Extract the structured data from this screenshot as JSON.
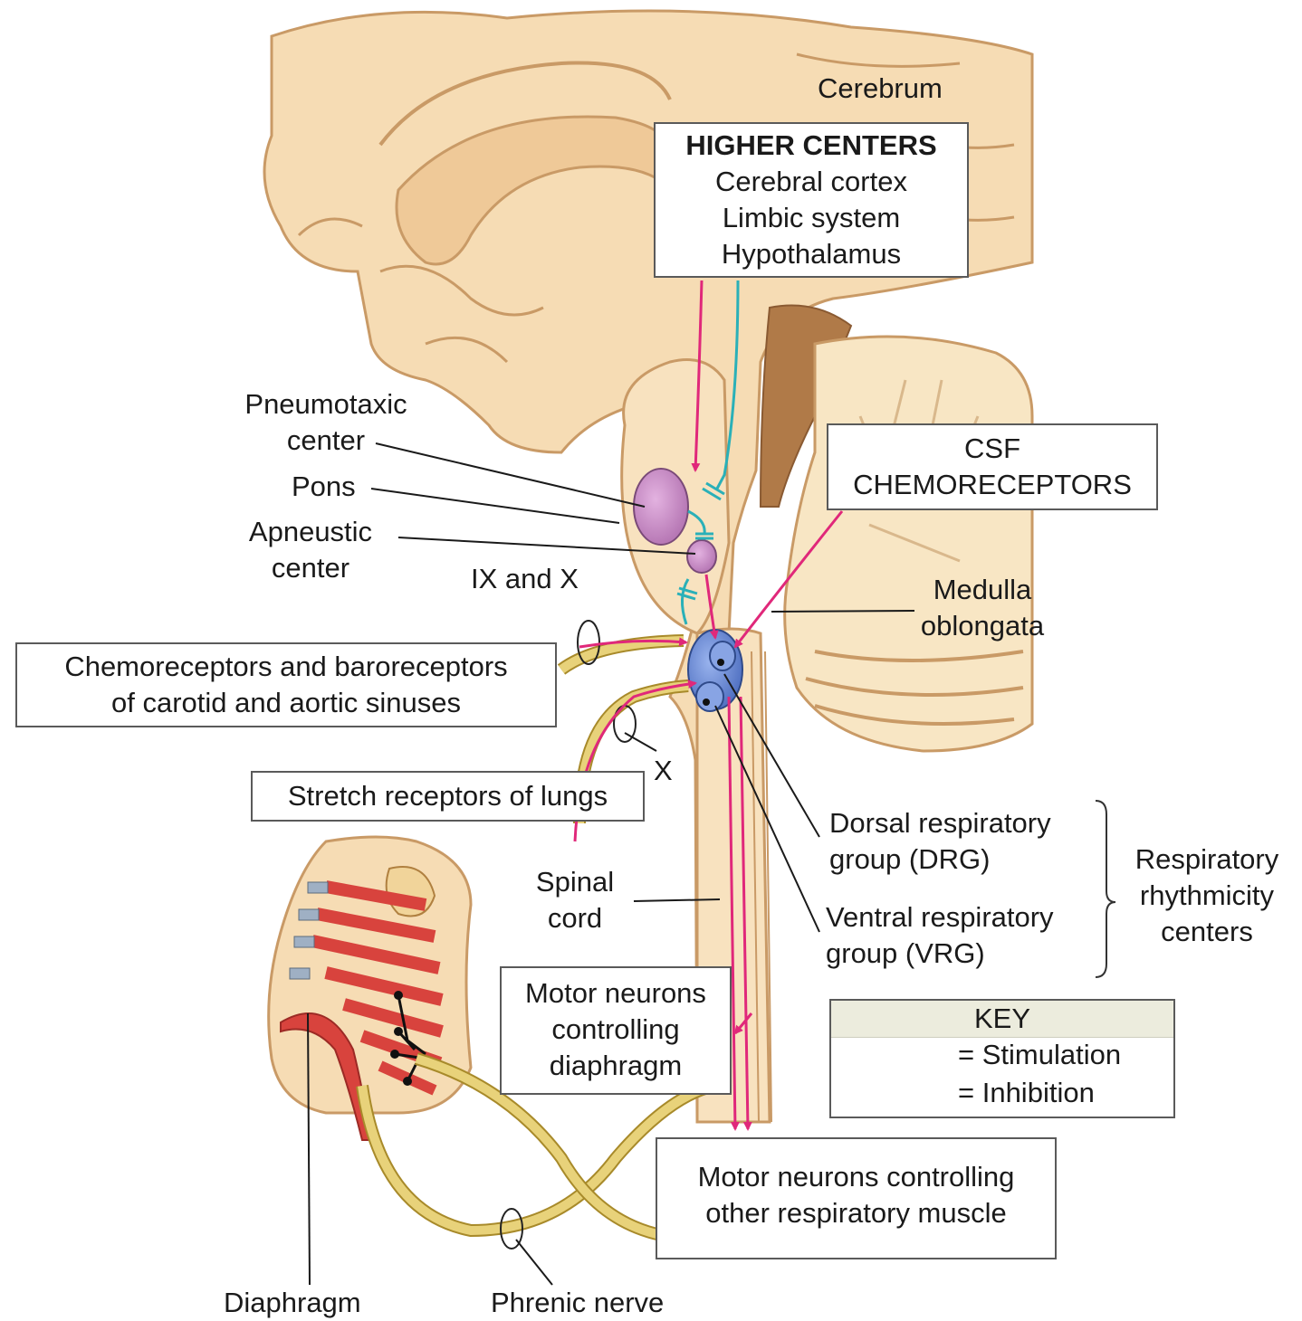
{
  "labels": {
    "cerebrum": "Cerebrum",
    "higher_centers": {
      "title": "HIGHER CENTERS",
      "items": [
        "Cerebral cortex",
        "Limbic system",
        "Hypothalamus"
      ]
    },
    "pneumotaxic": [
      "Pneumotaxic",
      "center"
    ],
    "pons": "Pons",
    "apneustic": [
      "Apneustic",
      "center"
    ],
    "ix_and_x": "IX and X",
    "x": "X",
    "csf": [
      "CSF",
      "CHEMORECEPTORS"
    ],
    "medulla": [
      "Medulla",
      "oblongata"
    ],
    "chemo_baro": [
      "Chemoreceptors and baroreceptors",
      "of carotid and aortic sinuses"
    ],
    "stretch": "Stretch receptors of lungs",
    "drg": [
      "Dorsal respiratory",
      "group (DRG)"
    ],
    "vrg": [
      "Ventral respiratory",
      "group (VRG)"
    ],
    "rhythmicity": [
      "Respiratory",
      "rhythmicity",
      "centers"
    ],
    "spinal": [
      "Spinal",
      "cord"
    ],
    "motor_diaphragm": [
      "Motor neurons",
      "controlling",
      "diaphragm"
    ],
    "motor_other": [
      "Motor neurons controlling",
      "other respiratory muscle"
    ],
    "diaphragm": "Diaphragm",
    "phrenic": "Phrenic nerve"
  },
  "key": {
    "title": "KEY",
    "stimulation": "= Stimulation",
    "inhibition": "= Inhibition"
  },
  "colors": {
    "stimulation": "#e0287a",
    "inhibition": "#2ab0b8",
    "tissue": "#f6dcb4",
    "tissue_outline": "#c99a66",
    "pons_center": "#c98cc7",
    "medulla_center": "#6f8fd6",
    "nerve": "#e8d27a"
  }
}
